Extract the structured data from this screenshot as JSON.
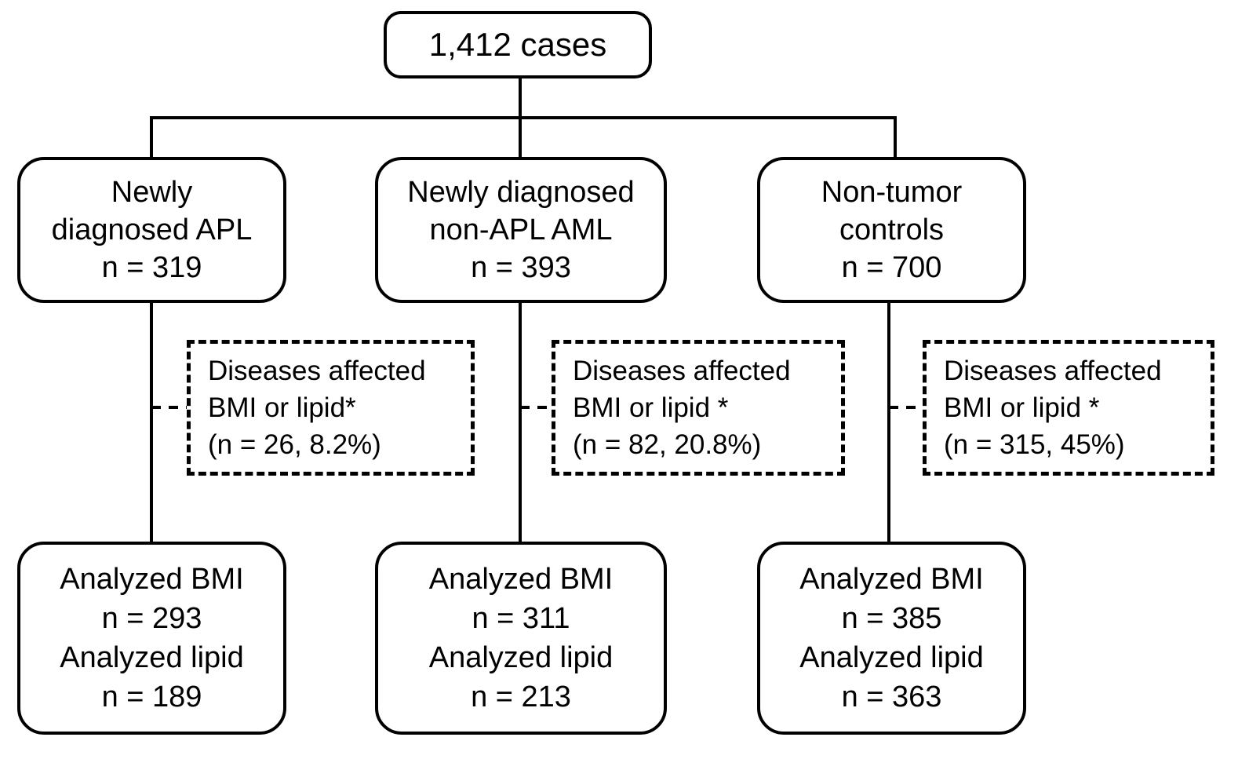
{
  "diagram": {
    "title_node": {
      "id": "total-cases",
      "lines": [
        "1,412 cases"
      ]
    },
    "groups": [
      {
        "id": "apl",
        "lines": [
          "Newly",
          "diagnosed APL",
          "n = 319"
        ],
        "excluded": {
          "lines": [
            "Diseases affected",
            "BMI or lipid*",
            "(n = 26, 8.2%)"
          ],
          "n": 26,
          "percent": "8.2%"
        },
        "analyzed": {
          "lines": [
            "Analyzed BMI",
            "n = 293",
            "Analyzed lipid",
            "n = 189"
          ],
          "bmi_n": 293,
          "lipid_n": 189
        },
        "n": 319
      },
      {
        "id": "non-apl-aml",
        "lines": [
          "Newly diagnosed",
          "non-APL AML",
          "n = 393"
        ],
        "excluded": {
          "lines": [
            "Diseases affected",
            "BMI or lipid *",
            "(n = 82, 20.8%)"
          ],
          "n": 82,
          "percent": "20.8%"
        },
        "analyzed": {
          "lines": [
            "Analyzed BMI",
            "n = 311",
            "Analyzed lipid",
            "n = 213"
          ],
          "bmi_n": 311,
          "lipid_n": 213
        },
        "n": 393
      },
      {
        "id": "non-tumor-controls",
        "lines": [
          "Non-tumor",
          "controls",
          "n = 700"
        ],
        "excluded": {
          "lines": [
            "Diseases affected",
            "BMI or lipid *",
            "(n = 315, 45%)"
          ],
          "n": 315,
          "percent": "45%"
        },
        "analyzed": {
          "lines": [
            "Analyzed BMI",
            "n = 385",
            "Analyzed lipid",
            "n = 363"
          ],
          "bmi_n": 385,
          "lipid_n": 363
        },
        "n": 700
      }
    ],
    "total_cases": 1412,
    "colors": {
      "stroke": "#000000",
      "fill": "#ffffff",
      "text": "#000000"
    }
  }
}
